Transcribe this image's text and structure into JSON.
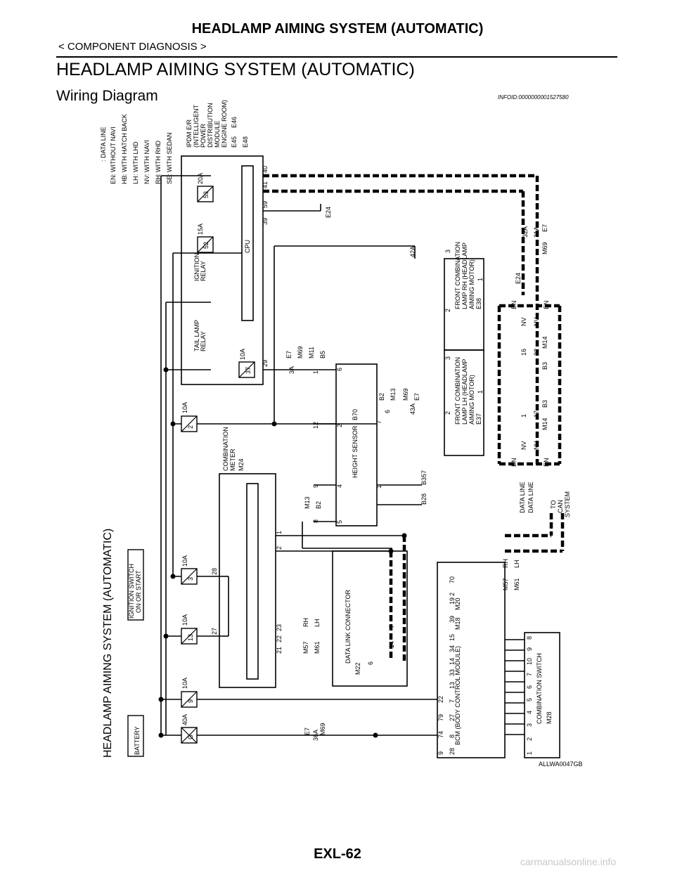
{
  "header": {
    "title": "HEADLAMP AIMING SYSTEM (AUTOMATIC)",
    "breadcrumb": "< COMPONENT DIAGNOSIS >"
  },
  "section": {
    "title": "HEADLAMP AIMING SYSTEM (AUTOMATIC)",
    "subtitle": "Wiring Diagram",
    "info_id": "INFOID:0000000001527580"
  },
  "diagram": {
    "side_title": "HEADLAMP AIMING SYSTEM (AUTOMATIC)",
    "figure_id": "ALLWA0047GB",
    "legend": [
      {
        "code": "",
        "text": ": DATA LINE"
      },
      {
        "code": "EN",
        "text": ": WITHOUT NAVI"
      },
      {
        "code": "HB",
        "text": ": WITH HATCH BACK"
      },
      {
        "code": "LH",
        "text": ": WITH LHD"
      },
      {
        "code": "NV",
        "text": ": WITH NAVI"
      },
      {
        "code": "RH",
        "text": ": WITH RHD"
      },
      {
        "code": "SE",
        "text": ": WITH SEDAN"
      }
    ],
    "ipdm": {
      "lines": [
        "IPDM E/R",
        "(INTELLIGENT",
        "POWER",
        "DISTRIBUTION",
        "MODULE",
        "ENGINE ROOM)"
      ],
      "connectors": [
        "E45",
        "E46",
        "E48"
      ]
    },
    "cpu_label": "CPU",
    "tail_relay": [
      "TAIL LAMP",
      "RELAY"
    ],
    "ign_relay": [
      "IGNITION",
      "RELAY"
    ],
    "fuses_top": [
      {
        "a": "10A",
        "n": "37"
      },
      {
        "a": "15A",
        "n": "52"
      },
      {
        "a": "20A",
        "n": "53"
      }
    ],
    "ipdm_pins": [
      "29",
      "39",
      "59",
      "41",
      "40"
    ],
    "fuses_bottom": [
      {
        "a": "10A",
        "n": "2"
      },
      {
        "a": "10A",
        "n": "3"
      },
      {
        "a": "10A",
        "n": "13"
      },
      {
        "a": "10A",
        "n": "9"
      },
      {
        "a": "40A",
        "n": "G"
      }
    ],
    "battery": "BATTERY",
    "ign_switch": [
      "IGNITION SWITCH",
      "ON OR START"
    ],
    "meter": {
      "lines": [
        "COMBINATION",
        "METER"
      ],
      "conn": "M24",
      "pins": [
        "1",
        "2",
        "28",
        "27",
        "21",
        "22",
        "23"
      ],
      "gnd": [
        "M57",
        "M61"
      ],
      "gnd_tags": [
        "RH",
        "LH"
      ]
    },
    "height_sensor": {
      "name": "HEIGHT SENSOR",
      "conn": "B70",
      "pins": [
        "6",
        "2",
        "4",
        "5",
        "1",
        "7"
      ]
    },
    "dlc": {
      "name": "DATA LINK CONNECTOR",
      "conn": "M22",
      "pins": [
        "7",
        "14",
        "6"
      ]
    },
    "bcm": {
      "name": "BCM (BODY CONTROL MODULE)",
      "conns": [
        "M18",
        "M20"
      ],
      "tags": [
        "RH",
        "LH"
      ],
      "tag_conns": [
        "M57",
        "M61"
      ],
      "pins": [
        "9",
        "74",
        "28",
        "79",
        "8",
        "27",
        "22",
        "7",
        "13",
        "33",
        "14",
        "34",
        "15",
        "39",
        "19",
        "2",
        "70"
      ]
    },
    "comb_switch": {
      "name": "COMBINATION SWITCH",
      "conn": "M28",
      "pins": [
        "1",
        "2",
        "3",
        "4",
        "5",
        "6",
        "7",
        "10",
        "9",
        "8"
      ]
    },
    "front_rh": {
      "lines": [
        "FRONT COMBINATION",
        "LAMP RH (HEADLAMP",
        "AIMING MOTOR)"
      ],
      "conn": "E38",
      "pins": [
        "2",
        "3",
        "1"
      ]
    },
    "front_lh": {
      "lines": [
        "FRONT COMBINATION",
        "LAMP LH (HEADLAMP",
        "AIMING MOTOR)"
      ],
      "conn": "E37",
      "pins": [
        "2",
        "3",
        "1"
      ]
    },
    "joints": [
      "3A",
      "1",
      "12",
      "9",
      "8",
      "6",
      "43A",
      "42A",
      "36A",
      "32A",
      "31A"
    ],
    "conn_labels": [
      "E7",
      "M69",
      "M11",
      "B5",
      "M13",
      "B2",
      "B2",
      "M13",
      "M69",
      "E7",
      "E24",
      "E24",
      "B357",
      "B28",
      "M14",
      "B3",
      "B3",
      "M14",
      "M69",
      "E7",
      "M69",
      "E7"
    ],
    "can_labels": [
      "DATA LINE",
      "DATA LINE",
      "TO",
      "CAN",
      "SYSTEM"
    ],
    "ennv": [
      "EN",
      "NV",
      "NV",
      "EN",
      "EN",
      "NV",
      "NV",
      "EN"
    ],
    "small_pins": [
      "1",
      "17",
      "16",
      "32"
    ]
  },
  "footer": {
    "page_number": "EXL-62",
    "watermark": "carmanualsonline.info"
  }
}
